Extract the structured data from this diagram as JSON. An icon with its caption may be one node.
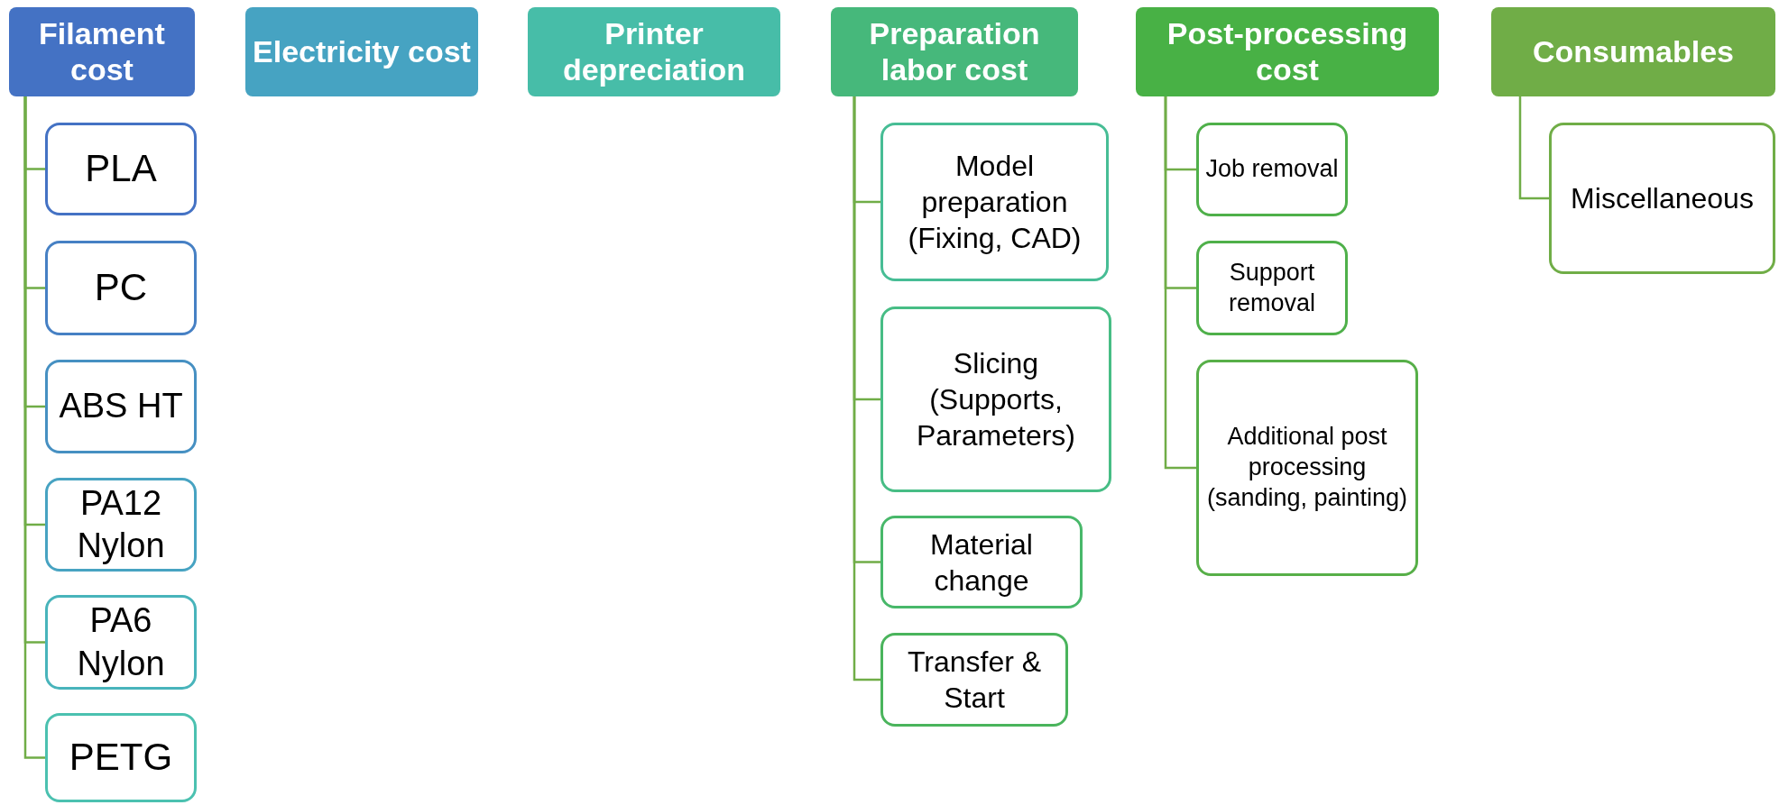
{
  "diagram": {
    "nodes": [
      {
        "text": [
          "Filament cost"
        ]
      },
      {
        "text": [
          "PLA"
        ]
      },
      {
        "text": [
          "PC"
        ]
      },
      {
        "text": [
          "ABS HT"
        ]
      },
      {
        "text": [
          "PA12 Nylon"
        ]
      },
      {
        "text": [
          "PA6 Nylon"
        ]
      },
      {
        "text": [
          "PETG"
        ]
      },
      {
        "text": [
          "Electricity cost"
        ]
      },
      {
        "text": [
          "Printer depreciation"
        ]
      },
      {
        "text": [
          "Preparation labor cost"
        ]
      },
      {
        "text": [
          "Model preparation (Fixing, CAD)"
        ]
      },
      {
        "text": [
          "Slicing (Supports, Parameters)"
        ]
      },
      {
        "text": [
          "Material change"
        ]
      },
      {
        "text": [
          "Transfer & Start"
        ]
      },
      {
        "text": [
          "Post-processing cost"
        ]
      },
      {
        "text": [
          "Job removal"
        ]
      },
      {
        "text": [
          "Support removal"
        ]
      },
      {
        "text": [
          "Additional post processing (sanding, painting)"
        ]
      },
      {
        "text": [
          "Consumables"
        ]
      },
      {
        "text": [
          "Miscellaneous"
        ]
      }
    ],
    "edges": [
      {
        "from": 0,
        "to": 1,
        "arrow": "none"
      },
      {
        "from": 0,
        "to": 2,
        "arrow": "none"
      },
      {
        "from": 0,
        "to": 3,
        "arrow": "none"
      },
      {
        "from": 0,
        "to": 4,
        "arrow": "none"
      },
      {
        "from": 0,
        "to": 5,
        "arrow": "none"
      },
      {
        "from": 0,
        "to": 6,
        "arrow": "none"
      },
      {
        "from": 9,
        "to": 10,
        "arrow": "none"
      },
      {
        "from": 9,
        "to": 11,
        "arrow": "none"
      },
      {
        "from": 9,
        "to": 12,
        "arrow": "none"
      },
      {
        "from": 9,
        "to": 13,
        "arrow": "none"
      },
      {
        "from": 14,
        "to": 15,
        "arrow": "none"
      },
      {
        "from": 14,
        "to": 16,
        "arrow": "none"
      },
      {
        "from": 14,
        "to": 17,
        "arrow": "none"
      },
      {
        "from": 18,
        "to": 19,
        "arrow": "none"
      }
    ]
  }
}
